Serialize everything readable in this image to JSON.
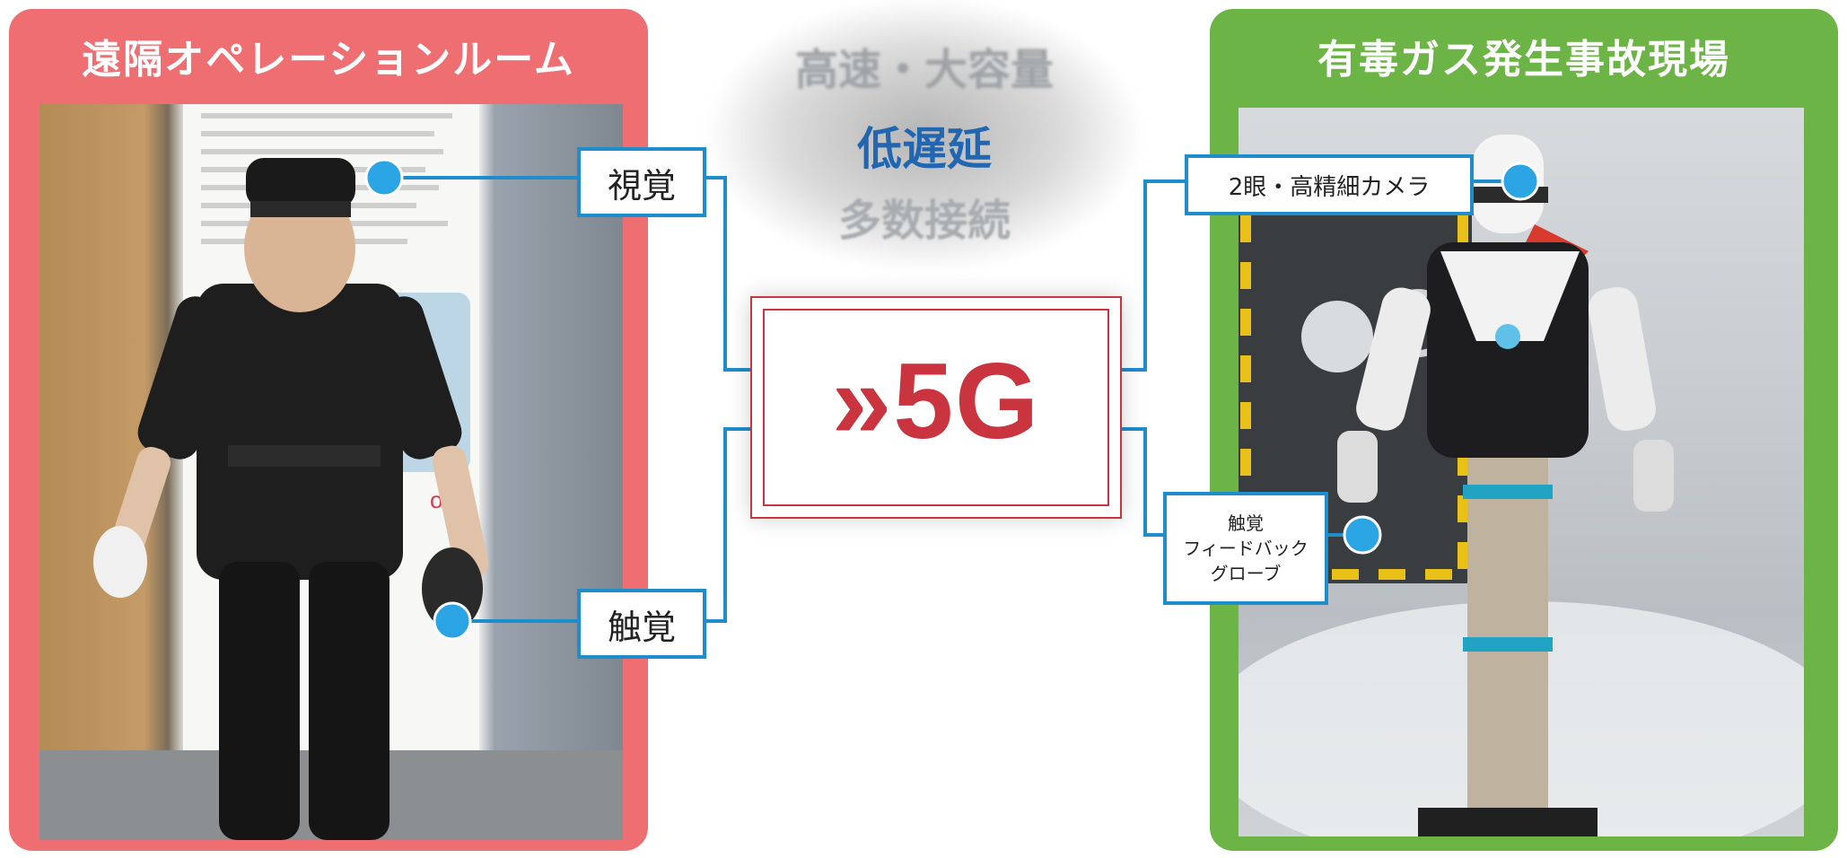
{
  "left": {
    "title": "遠隔オペレーションルーム",
    "color": "#ee6e72",
    "photo_signage_text": "omo"
  },
  "right": {
    "title": "有毒ガス発生事故現場",
    "color": "#6bb445"
  },
  "labels": {
    "vision": "視覚",
    "touch": "触覚",
    "camera": "2眼・高精細カメラ",
    "glove_line1": "触覚",
    "glove_line2": "フィードバック",
    "glove_line3": "グローブ"
  },
  "features": {
    "high_speed": "高速・大容量",
    "low_latency": "低遅延",
    "multi_connect": "多数接続"
  },
  "center": {
    "logo": "»5G",
    "color": "#c9343e"
  },
  "accent": "#1f8ccc"
}
